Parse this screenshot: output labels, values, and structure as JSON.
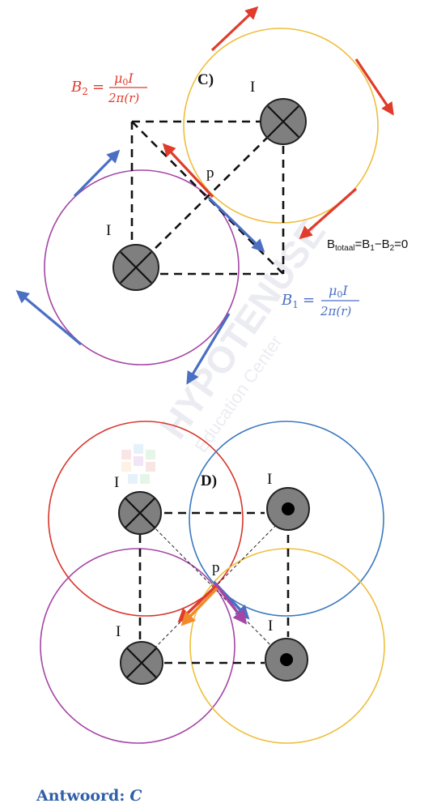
{
  "panel_c": {
    "label": "C)",
    "current_top": "I",
    "current_left": "I",
    "point": "p",
    "b2_lhs": "B",
    "b2_sub": "2",
    "b2_mu": "μ",
    "b2_mu_sub": "0",
    "b2_I": "I",
    "b2_den": "2π(r)",
    "b1_lhs": "B",
    "b1_sub": "1",
    "b1_mu": "μ",
    "b1_mu_sub": "0",
    "b1_I": "I",
    "b1_den": "2π(r)",
    "total_B": "B",
    "total_sub": "totaal",
    "total_rest_1": "=B",
    "total_sub_1": "1",
    "total_rest_2": "−B",
    "total_sub_2": "2",
    "total_rest_3": "=0"
  },
  "panel_d": {
    "label": "D)",
    "current_tl": "I",
    "current_tr": "I",
    "current_bl": "I",
    "current_br": "I",
    "point": "p"
  },
  "watermark": {
    "title": "HYPOTENUSE",
    "subtitle": "Education Center"
  },
  "answer": {
    "label": "Antwoord:",
    "value": "C"
  },
  "colors": {
    "red": "#e03b2b",
    "blue": "#4a6fc3",
    "purple": "#a545a5",
    "yellow": "#eebe3c",
    "circle_red": "#d8352c",
    "circle_blue": "#3a78c0",
    "wire_fill": "#7f7f7f",
    "answer_blue": "#2f5fa8"
  },
  "icons": [
    "current-into-page-icon",
    "current-out-of-page-icon",
    "field-arrow-icon"
  ]
}
